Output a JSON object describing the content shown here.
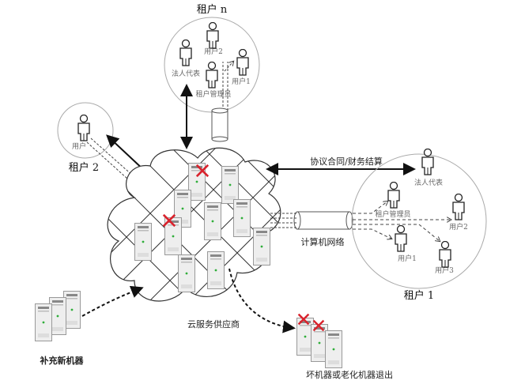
{
  "tenant_n": {
    "title": "租户 n",
    "legal_rep": "法人代表",
    "user1": "用户1",
    "user2": "用户2",
    "admin": "租户管理员"
  },
  "tenant_2": {
    "title": "租户 2",
    "user": "用户"
  },
  "tenant_1": {
    "title": "租户 1",
    "legal_rep": "法人代表",
    "admin": "租户管理员",
    "user1": "用户1",
    "user2": "用户2",
    "user3": "用户3"
  },
  "contract_label": "协议合同/财务结算",
  "network_label": "计算机网络",
  "provider_label": "云服务供应商",
  "add_machines_label": "补充新机器",
  "remove_machines_label": "坏机器或老化机器退出",
  "colors": {
    "fail_mark": "#d9232d",
    "led": "#2fae3a",
    "circle": "#aaaaaa"
  }
}
